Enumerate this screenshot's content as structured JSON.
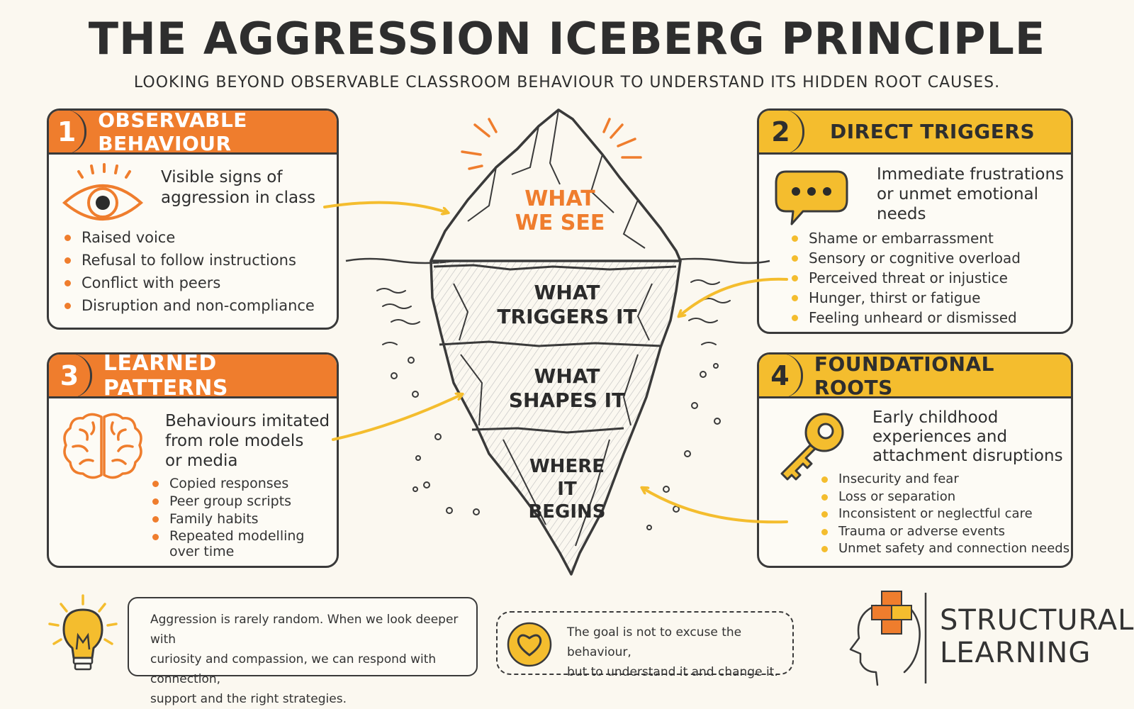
{
  "title": "THE AGGRESSION ICEBERG PRINCIPLE",
  "subtitle": "LOOKING BEYOND OBSERVABLE CLASSROOM BEHAVIOUR TO UNDERSTAND ITS HIDDEN ROOT CAUSES.",
  "cards": [
    {
      "number": "1",
      "heading": "OBSERVABLE BEHAVIOUR",
      "lead": [
        "Visible signs of",
        "aggression in class"
      ],
      "bullets": [
        "Raised voice",
        "Refusal to follow instructions",
        "Conflict with peers",
        "Disruption and non-compliance"
      ],
      "icon": "eye-icon"
    },
    {
      "number": "2",
      "heading": "DIRECT TRIGGERS",
      "lead": [
        "Immediate frustrations",
        "or unmet emotional",
        "needs"
      ],
      "bullets": [
        "Shame or embarrassment",
        "Sensory or cognitive overload",
        "Perceived threat or injustice",
        "Hunger, thirst or fatigue",
        "Feeling unheard or dismissed"
      ],
      "icon": "speech-bubble-icon"
    },
    {
      "number": "3",
      "heading": "LEARNED PATTERNS",
      "lead": [
        "Behaviours imitated",
        "from role models",
        "or media"
      ],
      "bullets": [
        "Copied responses",
        "Peer group scripts",
        "Family habits",
        "Repeated modelling\nover time"
      ],
      "icon": "brain-icon"
    },
    {
      "number": "4",
      "heading": "FOUNDATIONAL ROOTS",
      "lead": [
        "Early childhood",
        "experiences and",
        "attachment disruptions"
      ],
      "bullets": [
        "Insecurity and fear",
        "Loss or separation",
        "Inconsistent or neglectful care",
        "Trauma or adverse events",
        "Unmet safety and connection needs"
      ],
      "icon": "key-icon"
    }
  ],
  "iceberg": {
    "tip": [
      "WHAT",
      "WE SEE"
    ],
    "layer2": [
      "WHAT",
      "TRIGGERS IT"
    ],
    "layer3": [
      "WHAT",
      "SHAPES IT"
    ],
    "layer4": [
      "WHERE",
      "IT",
      "BEGINS"
    ]
  },
  "note": [
    "Aggression is rarely random. When we look deeper with",
    "curiosity and compassion, we can respond with connection,",
    "support and the right strategies."
  ],
  "goal": [
    "The goal is not to excuse the behaviour,",
    "but to understand it and change it."
  ],
  "brand": [
    "STRUCTURAL",
    "LEARNING"
  ],
  "colors": {
    "orange": "#ef7d2d",
    "yellow": "#f4bd2e",
    "ink": "#3a3a3a",
    "background": "#fbf8f0"
  },
  "icons": [
    "sunburst-icon",
    "lightbulb-icon",
    "heart-icon",
    "head-puzzle-icon"
  ]
}
